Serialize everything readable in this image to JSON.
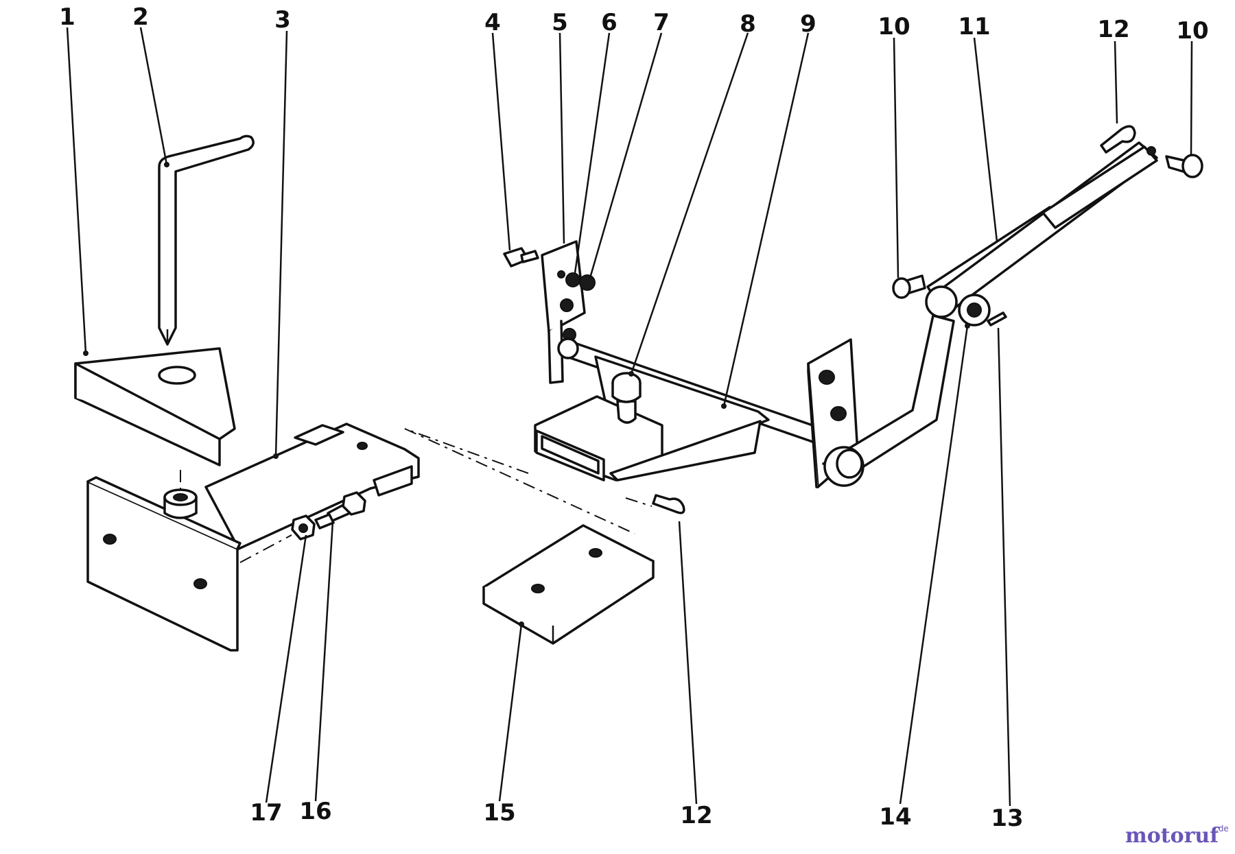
{
  "callouts": {
    "c1": "1",
    "c2": "2",
    "c3": "3",
    "c4": "4",
    "c5": "5",
    "c6": "6",
    "c7": "7",
    "c8": "8",
    "c9": "9",
    "c10a": "10",
    "c10b": "10",
    "c11": "11",
    "c12a": "12",
    "c12b": "12",
    "c13": "13",
    "c14": "14",
    "c15": "15",
    "c16": "16",
    "c17": "17"
  },
  "watermark": {
    "brand": "motoruf",
    "suffix": ".de",
    "color": "#6a55b8"
  },
  "colors": {
    "line": "#111111",
    "background": "#ffffff"
  }
}
